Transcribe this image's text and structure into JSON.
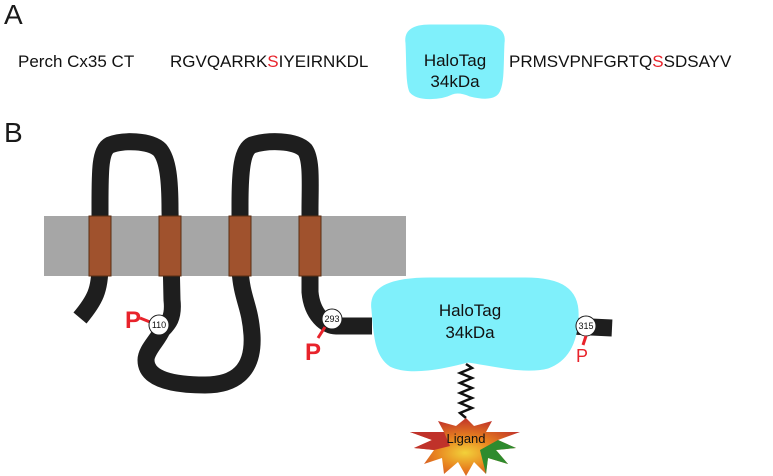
{
  "panel_a": {
    "label": "A",
    "construct_name": "Perch Cx35 CT",
    "seq1_pre": "RGVQARRK",
    "seq1_phos": "S",
    "seq1_post": "IYEIRNKDL",
    "seq2_pre": "PRMSVPNFGRTQ",
    "seq2_phos": "S",
    "seq2_post": "SDSAYV",
    "tag_line1": "HaloTag",
    "tag_line2": "34kDa"
  },
  "panel_b": {
    "label": "B",
    "tag_line1": "HaloTag",
    "tag_line2": "34kDa",
    "sites": [
      {
        "number": "110",
        "mark": "P"
      },
      {
        "number": "293",
        "mark": "P"
      },
      {
        "number": "315",
        "mark": "P"
      }
    ],
    "ligand_label": "Ligand"
  },
  "colors": {
    "halotag": "#7ff0fb",
    "membrane": "#a6a6a6",
    "transmembrane_segment": "#a0522d",
    "protein_backbone": "#1e1e1e",
    "phospho_highlight": "#e8232b"
  }
}
